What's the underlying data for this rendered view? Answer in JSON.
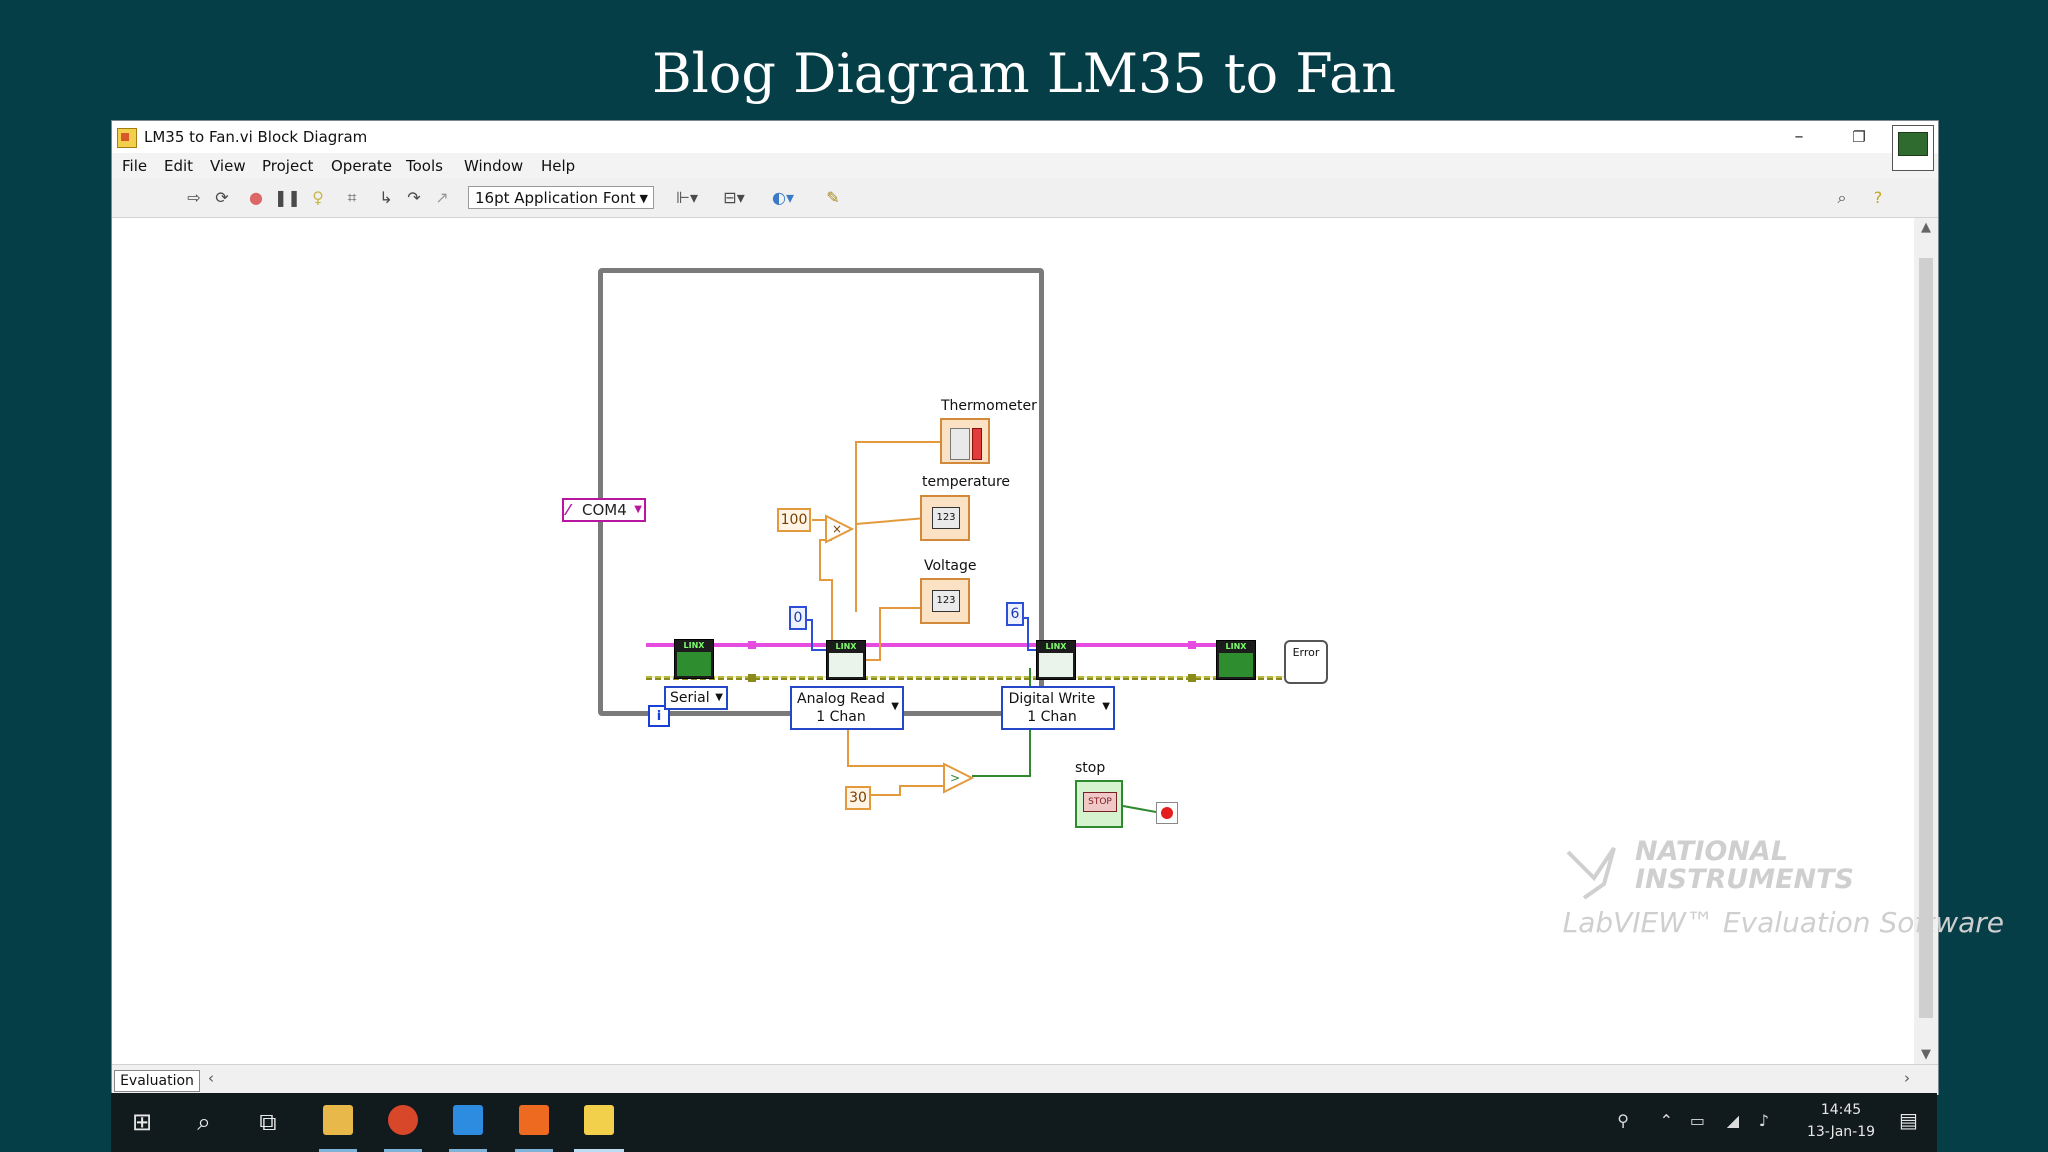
{
  "slide": {
    "title": "Blog Diagram LM35 to Fan"
  },
  "window": {
    "title": "LM35 to Fan.vi Block Diagram",
    "controls": {
      "minimize": "–",
      "restore": "❐",
      "close": "✕"
    },
    "menu": [
      "File",
      "Edit",
      "View",
      "Project",
      "Operate",
      "Tools",
      "Window",
      "Help"
    ],
    "toolbar": {
      "font_select": "16pt Application Font",
      "icons": [
        "run-arrow-icon",
        "run-continuously-icon",
        "abort-icon",
        "pause-icon",
        "highlight-execution-icon",
        "retain-wire-values-icon",
        "step-into-icon",
        "step-over-icon",
        "step-out-icon",
        "align-objects-icon",
        "distribute-objects-icon",
        "reorder-icon",
        "cleanup-diagram-icon",
        "search-icon",
        "help-icon"
      ]
    },
    "status": {
      "tab": "Evaluation"
    }
  },
  "diagram": {
    "labels": {
      "thermometer": "Thermometer",
      "temperature": "temperature",
      "voltage": "Voltage",
      "stop": "stop"
    },
    "constants": {
      "hundred": "100",
      "pin_analog": "0",
      "pin_digital": "6",
      "threshold": "30"
    },
    "controls": {
      "com_port": "COM4",
      "connection_type": "Serial"
    },
    "polymorphic": {
      "analog_read_l1": "Analog Read",
      "analog_read_l2": "1 Chan",
      "digital_write_l1": "Digital Write",
      "digital_write_l2": "1 Chan"
    },
    "vi_header": "LINX",
    "indicator_text": "123",
    "stop_face": "STOP",
    "iteration": "i",
    "error_label": "Error"
  },
  "watermark": {
    "ni_line1": "NATIONAL",
    "ni_line2": "INSTRUMENTS",
    "product": "LabVIEW™ Evaluation Software"
  },
  "taskbar": {
    "clock_time": "14:45",
    "clock_date": "13-Jan-19"
  },
  "colors": {
    "slide_bg": "#053e46",
    "visa_wire": "#e64ce0",
    "error_wire": "#8a8a1c",
    "numeric_wire": "#e29a3c",
    "integer_wire": "#2d4fd8",
    "boolean_wire": "#2f8a2f"
  }
}
